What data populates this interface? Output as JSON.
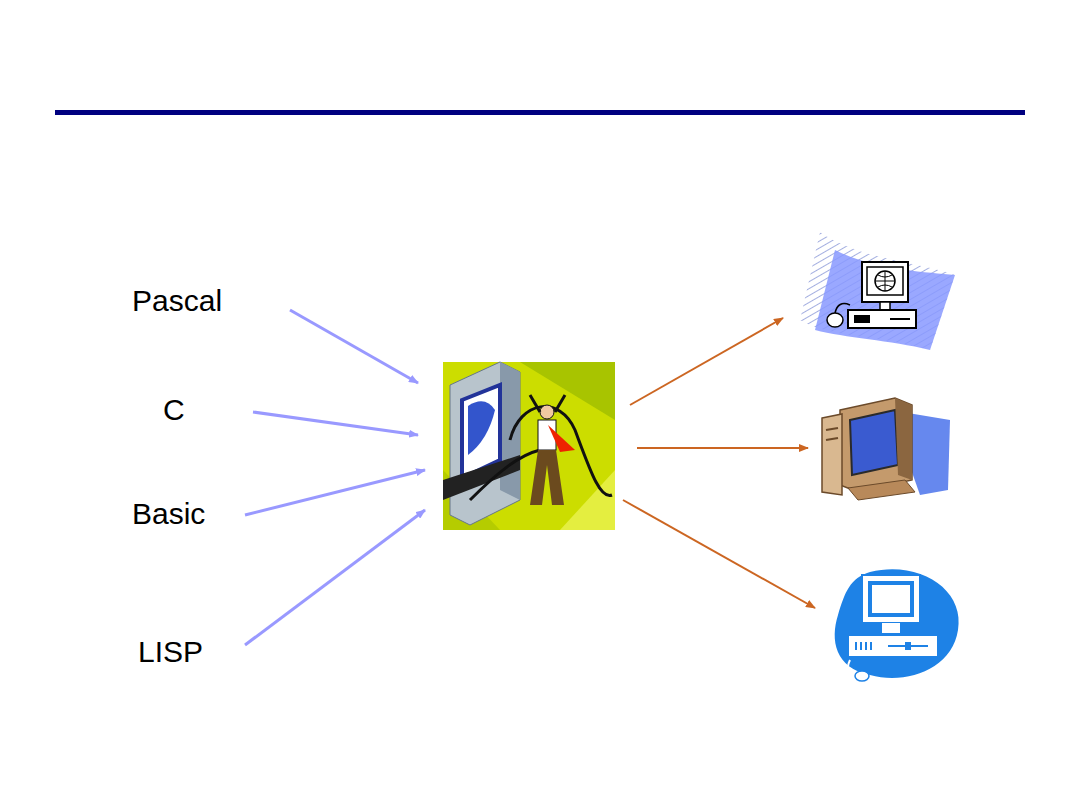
{
  "diagram": {
    "labels": [
      "Pascal",
      "C",
      "Basic",
      "LISP"
    ]
  }
}
